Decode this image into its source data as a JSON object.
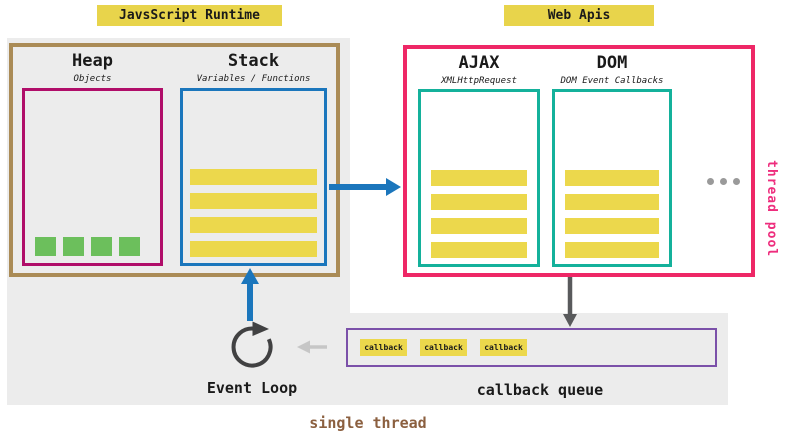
{
  "header": {
    "runtime_title": "JavsScript Runtime",
    "webapis_title": "Web Apis"
  },
  "runtime": {
    "heap": {
      "title": "Heap",
      "subtitle": "Objects",
      "items_count": 4
    },
    "stack": {
      "title": "Stack",
      "subtitle": "Variables / Functions",
      "frames_count": 4
    }
  },
  "webapis": {
    "ajax": {
      "title": "AJAX",
      "subtitle": "XMLHttpRequest",
      "tasks_count": 4
    },
    "dom": {
      "title": "DOM",
      "subtitle": "DOM Event Callbacks",
      "tasks_count": 4
    },
    "more_dots_count": 3,
    "thread_pool_label": "thread pool"
  },
  "event_loop": {
    "label": "Event Loop"
  },
  "callback_queue": {
    "label": "callback queue",
    "items": [
      "callback",
      "callback",
      "callback"
    ]
  },
  "footer": {
    "single_thread_label": "single thread"
  },
  "colors": {
    "header_yellow": "#e8d44b",
    "bar_yellow": "#ecd84c",
    "runtime_border_brown": "#aa8b56",
    "heap_border_magenta": "#b00d69",
    "stack_border_blue": "#1b76bc",
    "webapis_border_pink": "#ee2766",
    "api_border_teal": "#14b19b",
    "heap_item_green": "#6cbf5c",
    "queue_border_purple": "#7b50a9",
    "gray_bg": "#ececec",
    "dots_gray": "#9a9a9a",
    "arrow_blue": "#1b76bc",
    "arrow_dark": "#595a5c",
    "arrow_light": "#c6c6c6",
    "icon_dark": "#414142",
    "thread_pool_pink": "#ee2d7d",
    "single_thread_brown": "#8b5f3f",
    "text_dark": "#1a1a1a"
  }
}
